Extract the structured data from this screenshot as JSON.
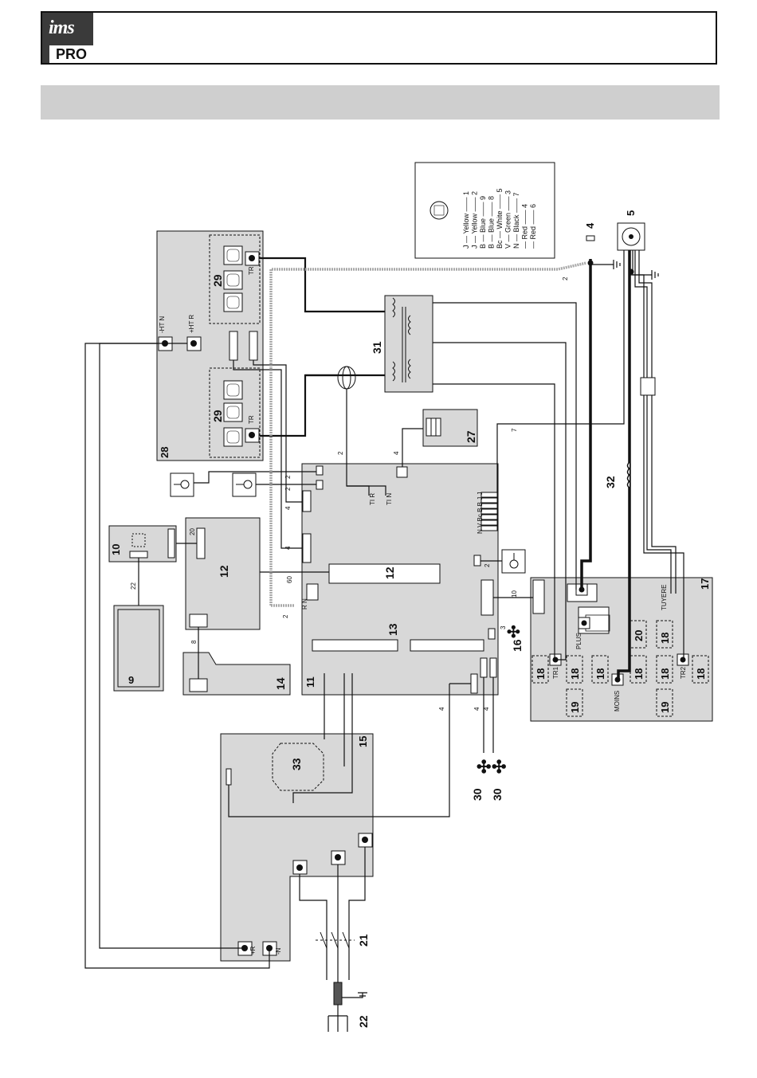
{
  "header": {
    "logo_top": "ims",
    "logo_bottom": "PRO"
  },
  "legend": {
    "rows": [
      {
        "code": "J",
        "color": "Yellow",
        "pin": "1"
      },
      {
        "code": "J",
        "color": "Yellow",
        "pin": "2"
      },
      {
        "code": "B",
        "color": "Blue",
        "pin": "9"
      },
      {
        "code": "B",
        "color": "Blue",
        "pin": "8"
      },
      {
        "code": "Bc",
        "color": "White",
        "pin": "5"
      },
      {
        "code": "V",
        "color": "Green",
        "pin": "3"
      },
      {
        "code": "N",
        "color": "Black",
        "pin": "7"
      },
      {
        "code": "",
        "color": "Red",
        "pin": "4"
      },
      {
        "code": "",
        "color": "Red",
        "pin": "6"
      }
    ]
  },
  "components": {
    "c4": "4",
    "c5": "5",
    "c9": "9",
    "c10": "10",
    "c11": "11",
    "c12a": "12",
    "c12b": "12",
    "c13": "13",
    "c14": "14",
    "c15": "15",
    "c16": "16",
    "c17": "17",
    "c20": "20",
    "c21": "21",
    "c22": "22",
    "c27": "27",
    "c28": "28",
    "c29a": "29",
    "c29b": "29",
    "c30a": "30",
    "c30b": "30",
    "c31": "31",
    "c32": "32",
    "c33": "33",
    "c18": "18",
    "c19": "19"
  },
  "terminals": {
    "ht_n": "-HT N",
    "ht_r": "+HT R",
    "tr": "TR",
    "tr1": "TR1",
    "tr2": "TR2",
    "plus": "PLUS",
    "moins": "MOINS",
    "tuyere": "TUYERE",
    "ti_r": "TI R",
    "ti_n": "TI N",
    "rn": "R N",
    "wire_codes": "N V Bc B B J J",
    "plus_r": "+R",
    "minus_n": "-N"
  },
  "wire_counts": {
    "w2a": "2",
    "w2b": "2",
    "w2c": "2",
    "w2d": "2",
    "w2e": "2",
    "w2f": "2",
    "w3": "3",
    "w4a": "4",
    "w4b": "4",
    "w4c": "4",
    "w4d": "4",
    "w4e": "4",
    "w4f": "4",
    "w7": "7",
    "w8": "8",
    "w10": "10",
    "w20": "20",
    "w22": "22",
    "w60": "60"
  }
}
